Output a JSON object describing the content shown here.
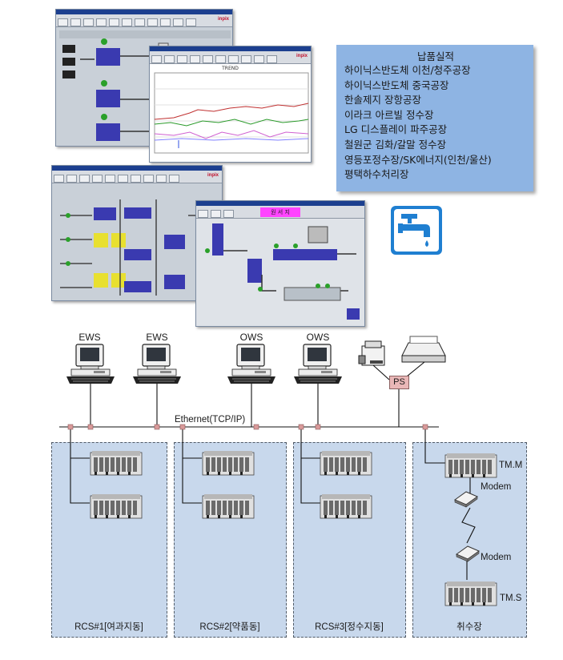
{
  "record": {
    "title": "납품실적",
    "items": [
      "하이닉스반도체 이천/청주공장",
      "하이닉스반도체 중국공장",
      "한솔제지 장항공장",
      "이라크 아르빌 정수장",
      "LG 디스플레이 파주공장",
      "철원군 김화/갈말 정수장",
      "영등포정수장/SK에너지(인천/울산)",
      "평택하수처리장"
    ]
  },
  "screens": {
    "brand": "inpix",
    "trend_title": "TREND",
    "process_title": "원 서 지"
  },
  "icons": [
    "water-tap-icon",
    "laser-printer-icon",
    "dot-matrix-printer-icon",
    "workstation-icon",
    "plc-rack-icon",
    "modem-icon"
  ],
  "workstations": [
    "EWS",
    "EWS",
    "OWS",
    "OWS"
  ],
  "print_server": "PS",
  "network": {
    "label": "Ethernet(TCP/IP)"
  },
  "zones": [
    {
      "label": "RCS#1[여과지동]"
    },
    {
      "label": "RCS#2[약품동]"
    },
    {
      "label": "RCS#3[정수지동]"
    },
    {
      "label": "취수장"
    }
  ],
  "intake": {
    "master": "TM.M",
    "slave": "TM.S",
    "modem_top": "Modem",
    "modem_bottom": "Modem"
  },
  "colors": {
    "record_bg": "#8eb4e3",
    "zone_bg": "#c8d8ec",
    "tap_icon": "#1f7fd1",
    "node": "#d99a9a"
  }
}
